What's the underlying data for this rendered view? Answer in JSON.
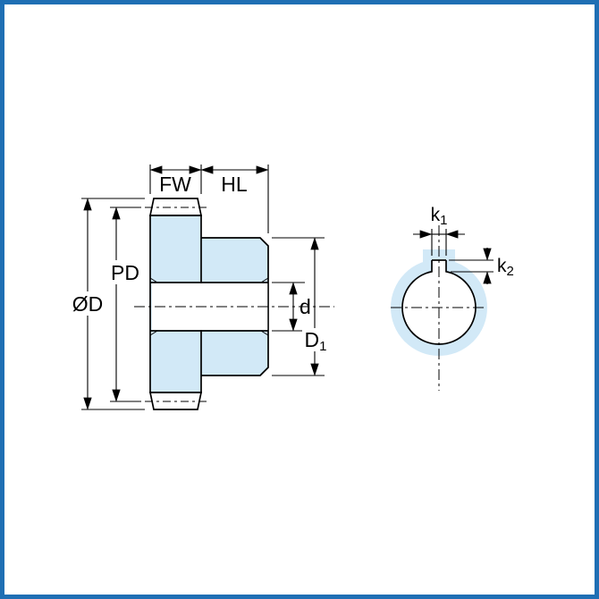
{
  "title": "Gear dimension drawing",
  "colors": {
    "border": "#1f6fb4",
    "fill": "#d2e9f7",
    "line": "#000000"
  },
  "labels": {
    "fw": "FW",
    "hl": "HL",
    "pd": "PD",
    "od": "ØD",
    "d": "d",
    "d1": {
      "base": "D",
      "sub": "1"
    },
    "k1": {
      "base": "k",
      "sub": "1"
    },
    "k2": {
      "base": "k",
      "sub": "2"
    }
  }
}
